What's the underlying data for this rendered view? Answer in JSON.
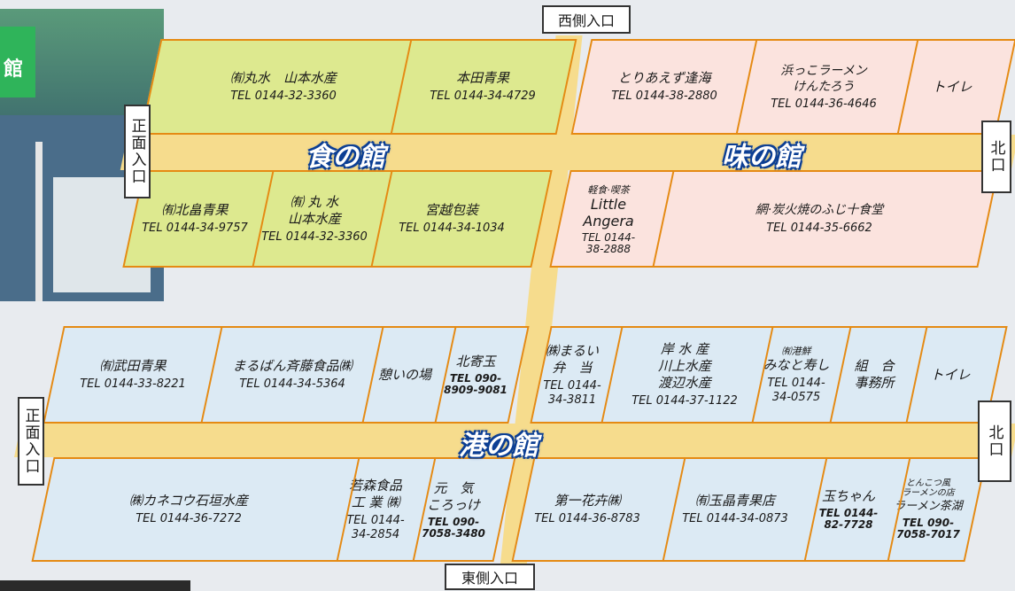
{
  "gates": {
    "west": "西側入口",
    "east": "東側入口",
    "front_top": "正面入口",
    "front_bottom": "正面入口",
    "north_top": "北口",
    "north_bottom": "北口"
  },
  "halls": {
    "food": "食の館",
    "taste": "味の館",
    "port": "港の館"
  },
  "shops": {
    "f1": {
      "name": "㈲丸水　山本水産",
      "tel": "TEL 0144-32-3360"
    },
    "f2": {
      "name": "本田青果",
      "tel": "TEL 0144-34-4729"
    },
    "f3": {
      "name": "㈲北畠青果",
      "tel": "TEL 0144-34-9757"
    },
    "f4": {
      "name": "㈲ 丸 水\n山本水産",
      "tel": "TEL 0144-32-3360"
    },
    "f5": {
      "name": "宮越包装",
      "tel": "TEL 0144-34-1034"
    },
    "t1": {
      "name": "とりあえず逢海",
      "tel": "TEL 0144-38-2880"
    },
    "t2": {
      "name": "浜っこラーメン\nけんたろう",
      "tel": "TEL 0144-36-4646"
    },
    "t3": {
      "name": "トイレ"
    },
    "t4": {
      "small": "軽食·喫茶",
      "name": "Little\nAngera",
      "tel": "TEL 0144-\n38-2888"
    },
    "t5": {
      "name": "網·炭火焼のふじ十食堂",
      "tel": "TEL 0144-35-6662"
    },
    "p1": {
      "name": "㈲武田青果",
      "tel": "TEL 0144-33-8221"
    },
    "p2": {
      "name": "まるばん斉藤食品㈱",
      "tel": "TEL 0144-34-5364"
    },
    "p3": {
      "name": "憩いの場"
    },
    "p4": {
      "name": "北寄玉",
      "tel": "TEL 090-\n8909-9081"
    },
    "p5": {
      "name": "㈱まるい\n弁　当",
      "tel": "TEL 0144-\n34-3811"
    },
    "p6": {
      "name": "岸 水 産\n川上水産\n渡辺水産",
      "tel": "TEL 0144-37-1122"
    },
    "p7": {
      "small": "㈲港鮮",
      "name": "みなと寿し",
      "tel": "TEL 0144-\n34-0575"
    },
    "p8": {
      "name": "組　合\n事務所"
    },
    "p9": {
      "name": "トイレ"
    },
    "q1": {
      "name": "㈱カネコウ石垣水産",
      "tel": "TEL 0144-36-7272"
    },
    "q2": {
      "name": "若森食品\n工 業 ㈱",
      "tel": "TEL 0144-\n34-2854"
    },
    "q3": {
      "name": "元　気\nころっけ",
      "tel": "TEL 090-\n7058-3480"
    },
    "q4": {
      "name": "第一花卉㈱",
      "tel": "TEL 0144-36-8783"
    },
    "q5": {
      "name": "㈲玉晶青果店",
      "tel": "TEL 0144-34-0873"
    },
    "q6": {
      "name": "玉ちゃん",
      "tel": "TEL 0144-\n82-7728"
    },
    "q7": {
      "small": "とんこつ風\nラーメンの店",
      "name": "ラーメン茶湖",
      "tel": "TEL 090-\n7058-7017"
    }
  },
  "colors": {
    "food_hall": "#dde98f",
    "taste_hall": "#fbe3de",
    "port_hall": "#dceaf4",
    "border": "#e58a13",
    "street": "#f6dc8d",
    "hall_label": "#0c3f94"
  }
}
